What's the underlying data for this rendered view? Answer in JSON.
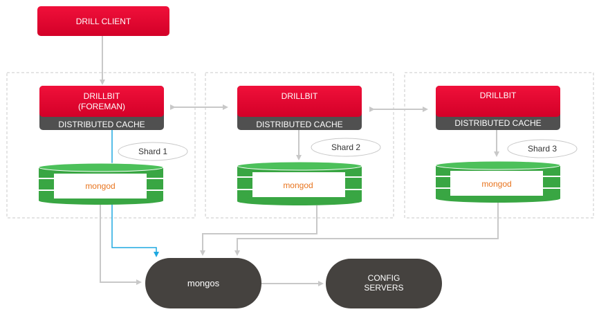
{
  "client": {
    "label": "DRILL CLIENT"
  },
  "nodes": [
    {
      "drillbit_lines": [
        "DRILLBIT",
        "(FOREMAN)"
      ],
      "cache_label": "DISTRIBUTED CACHE",
      "shard_label": "Shard 1",
      "db_label": "mongod"
    },
    {
      "drillbit_lines": [
        "DRILLBIT"
      ],
      "cache_label": "DISTRIBUTED CACHE",
      "shard_label": "Shard 2",
      "db_label": "mongod"
    },
    {
      "drillbit_lines": [
        "DRILLBIT"
      ],
      "cache_label": "DISTRIBUTED CACHE",
      "shard_label": "Shard 3",
      "db_label": "mongod"
    }
  ],
  "router": {
    "label": "mongos"
  },
  "config": {
    "label_lines": [
      "CONFIG",
      "SERVERS"
    ]
  },
  "colors": {
    "drillbit_red": "#e4002b",
    "cache_gray": "#505050",
    "db_green": "#39a643",
    "db_text_orange": "#e8741e",
    "router_dark": "#45423f",
    "arrow_gray": "#c8c8c8",
    "highlight_blue": "#1ea8e0",
    "dashed_border": "#c9c9c9"
  }
}
